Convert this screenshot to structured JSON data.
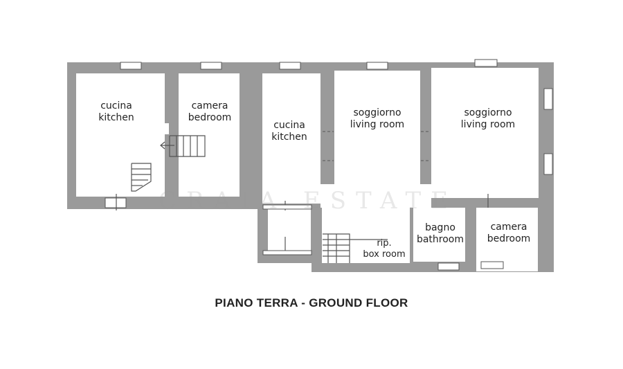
{
  "watermark": "CRAIA ESTATE",
  "caption": "PIANO TERRA - GROUND FLOOR",
  "rooms": [
    {
      "id": "kitchen-1",
      "it": "cucina",
      "en": "kitchen"
    },
    {
      "id": "bedroom-1",
      "it": "camera",
      "en": "bedroom"
    },
    {
      "id": "kitchen-2",
      "it": "cucina",
      "en": "kitchen"
    },
    {
      "id": "living-1",
      "it": "soggiorno",
      "en": "living room"
    },
    {
      "id": "living-2",
      "it": "soggiorno",
      "en": "living room"
    },
    {
      "id": "box-room",
      "it": "rip.",
      "en": "box room"
    },
    {
      "id": "bathroom",
      "it": "bagno",
      "en": "bathroom"
    },
    {
      "id": "bedroom-2",
      "it": "camera",
      "en": "bedroom"
    }
  ]
}
